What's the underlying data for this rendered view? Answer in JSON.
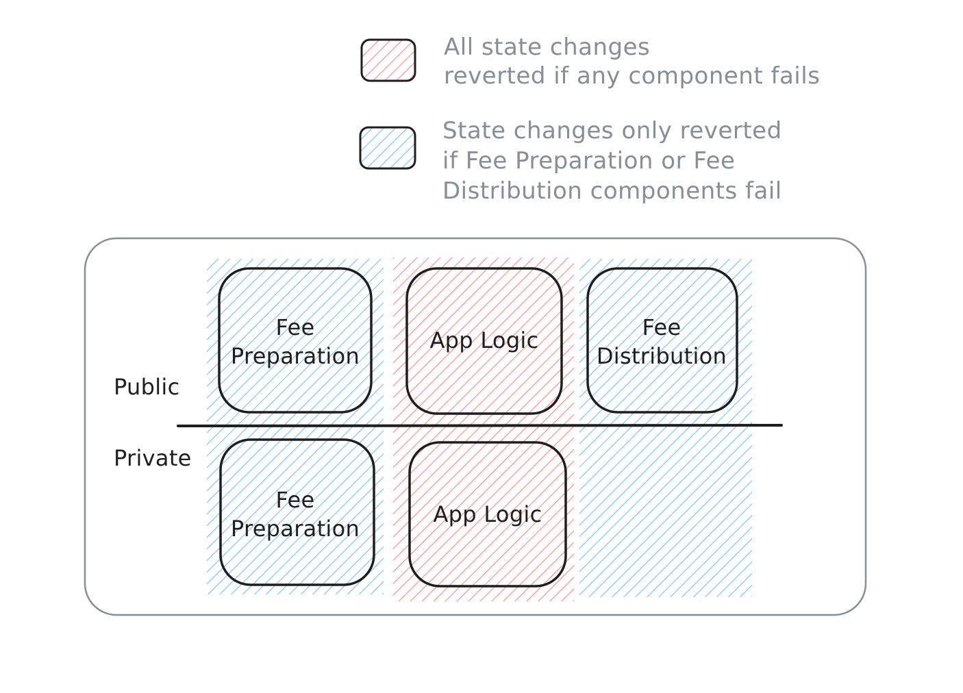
{
  "legend": {
    "items": [
      {
        "color": "red",
        "lines": [
          "All state changes",
          "reverted if any component fails"
        ]
      },
      {
        "color": "blue",
        "lines": [
          "State changes only reverted",
          "if Fee Preparation or Fee",
          "Distribution components fail"
        ]
      }
    ]
  },
  "diagram": {
    "phases": {
      "public_label": "Public",
      "private_label": "Private"
    },
    "public_row": [
      {
        "lines": [
          "Fee",
          "Preparation"
        ],
        "color": "blue"
      },
      {
        "lines": [
          "App Logic"
        ],
        "color": "red"
      },
      {
        "lines": [
          "Fee",
          "Distribution"
        ],
        "color": "blue"
      }
    ],
    "private_row": [
      {
        "lines": [
          "Fee",
          "Preparation"
        ],
        "color": "blue"
      },
      {
        "lines": [
          "App Logic"
        ],
        "color": "red"
      }
    ]
  },
  "colors": {
    "red_hatch": "#ff8787",
    "blue_hatch": "#74c0fc",
    "stroke": "#1e1e1e",
    "frame": "#868e96",
    "legend_text": "#868e96"
  }
}
